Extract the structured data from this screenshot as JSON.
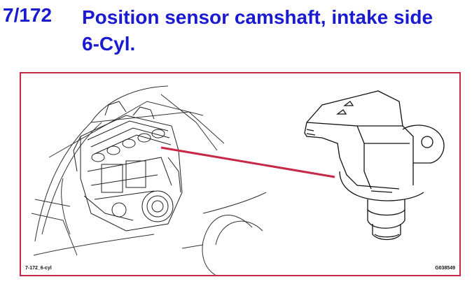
{
  "header": {
    "number": "7/172",
    "title_line1": "Position sensor camshaft, intake side",
    "title_line2": "6-Cyl."
  },
  "figure": {
    "caption_left": "7-172_6-cyl",
    "caption_right": "G038549",
    "leader_color": "#c62848",
    "frame_color": "#c62848",
    "title_color": "#1a1ad0"
  }
}
